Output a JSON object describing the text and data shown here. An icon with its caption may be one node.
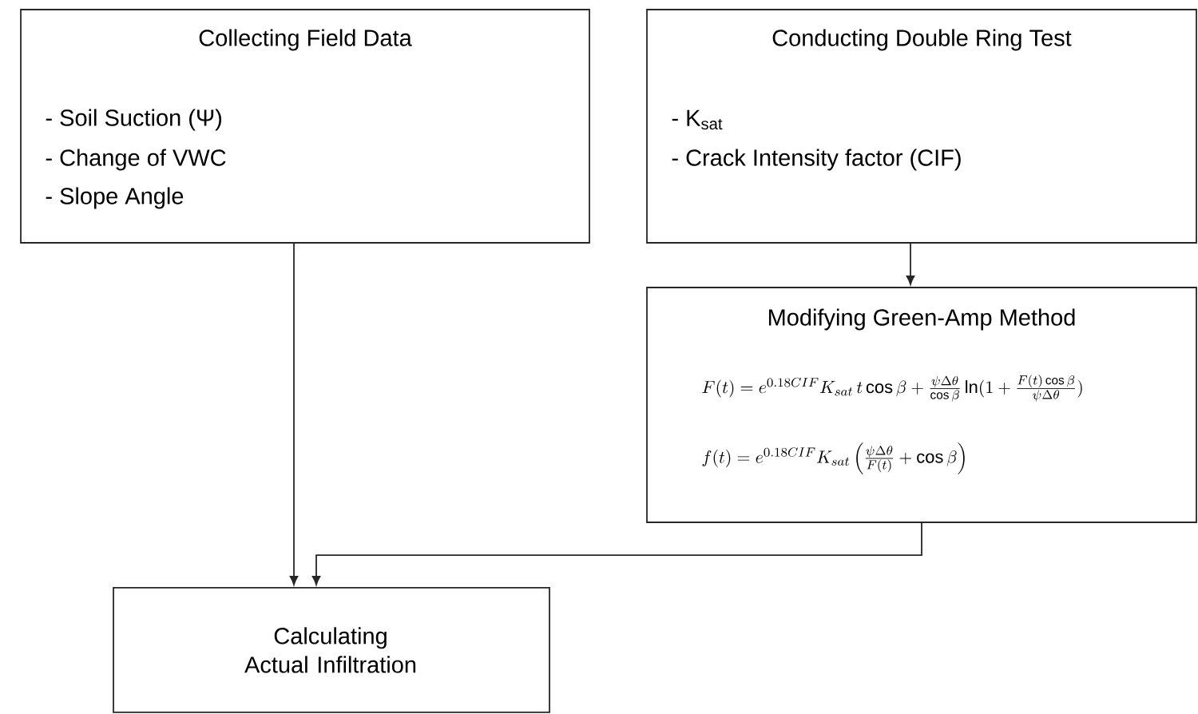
{
  "diagram": {
    "nodes": [
      {
        "text": [
          "Collecting Field Data",
          "-  Soil Suction (Ψ)",
          "-  Change of VWC",
          "-  Slope Angle"
        ]
      },
      {
        "text": [
          "Conducting Double Ring Test",
          "-  K$_{sat}$",
          "-  Crack Intensity factor (CIF)"
        ]
      },
      {
        "text": [
          "Modifying Green-Amp Method",
          "F(t) = e^{0.18CIF} K_{sat}\\, t \\cos\\beta + \\frac{\\psi\\Delta\\theta}{\\cos\\beta}\\ln(1 + \\frac{F(t)\\cos\\beta}{\\psi\\Delta\\theta})",
          "f(t) = e^{0.18CIF} K_{sat} \\left(\\frac{\\psi\\Delta\\theta}{F(t)} + \\cos\\beta\\right)"
        ]
      },
      {
        "text": [
          "Calculating Actual Infiltration"
        ]
      }
    ],
    "edges": [
      {
        "from": 0,
        "to": 3,
        "arrow": "to"
      },
      {
        "from": 1,
        "to": 2,
        "arrow": "to"
      },
      {
        "from": 2,
        "to": 3,
        "arrow": "to"
      }
    ]
  }
}
